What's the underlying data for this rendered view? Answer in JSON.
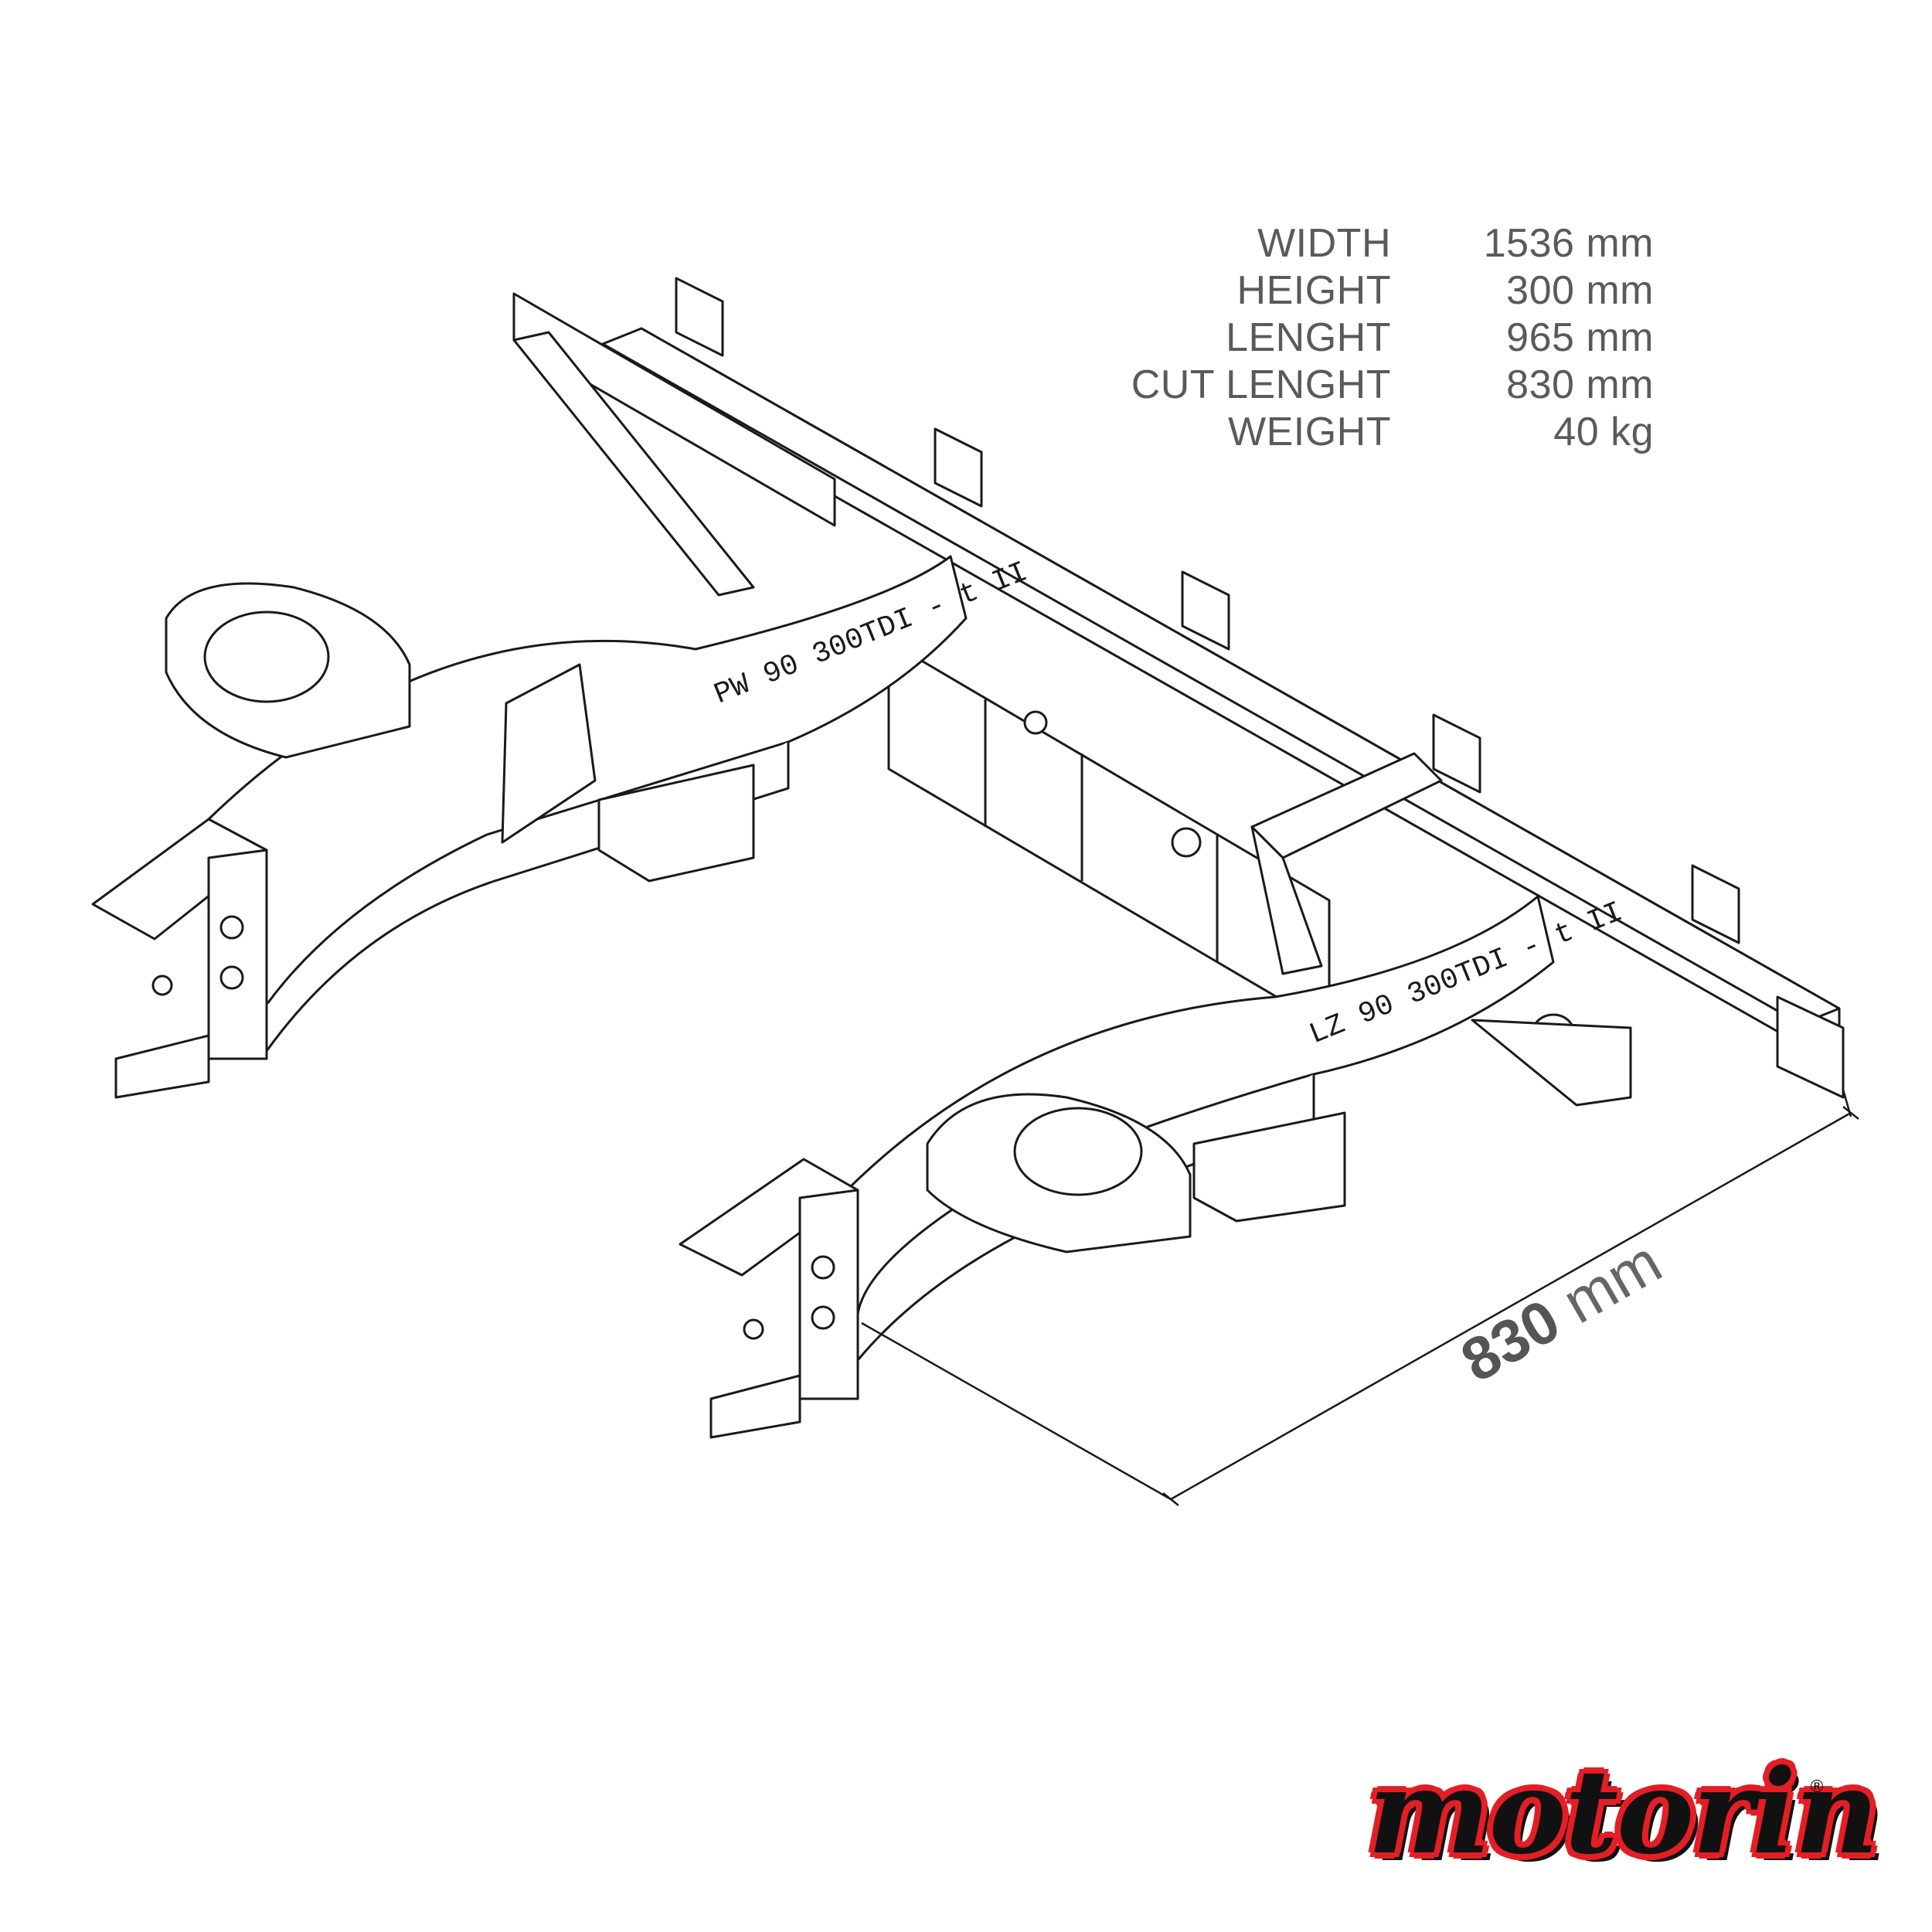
{
  "specs": [
    {
      "label": "WIDTH",
      "value": "1536 mm"
    },
    {
      "label": "HEIGHT",
      "value": "300 mm"
    },
    {
      "label": "LENGHT",
      "value": "965 mm"
    },
    {
      "label": "CUT LENGHT",
      "value": "830 mm"
    },
    {
      "label": "WEIGHT",
      "value": "40 kg"
    }
  ],
  "dimension": {
    "number": "830",
    "unit": "mm"
  },
  "rail_labels": {
    "left": "PW 90 300TDI - t II",
    "right": "LZ 90 300TDI - t II"
  },
  "logo": {
    "text": "motorin",
    "mark": "®"
  },
  "colors": {
    "line": "#1a1a1a",
    "text": "#5a5a5a",
    "brand_red": "#e31e24",
    "brand_black": "#111111"
  }
}
